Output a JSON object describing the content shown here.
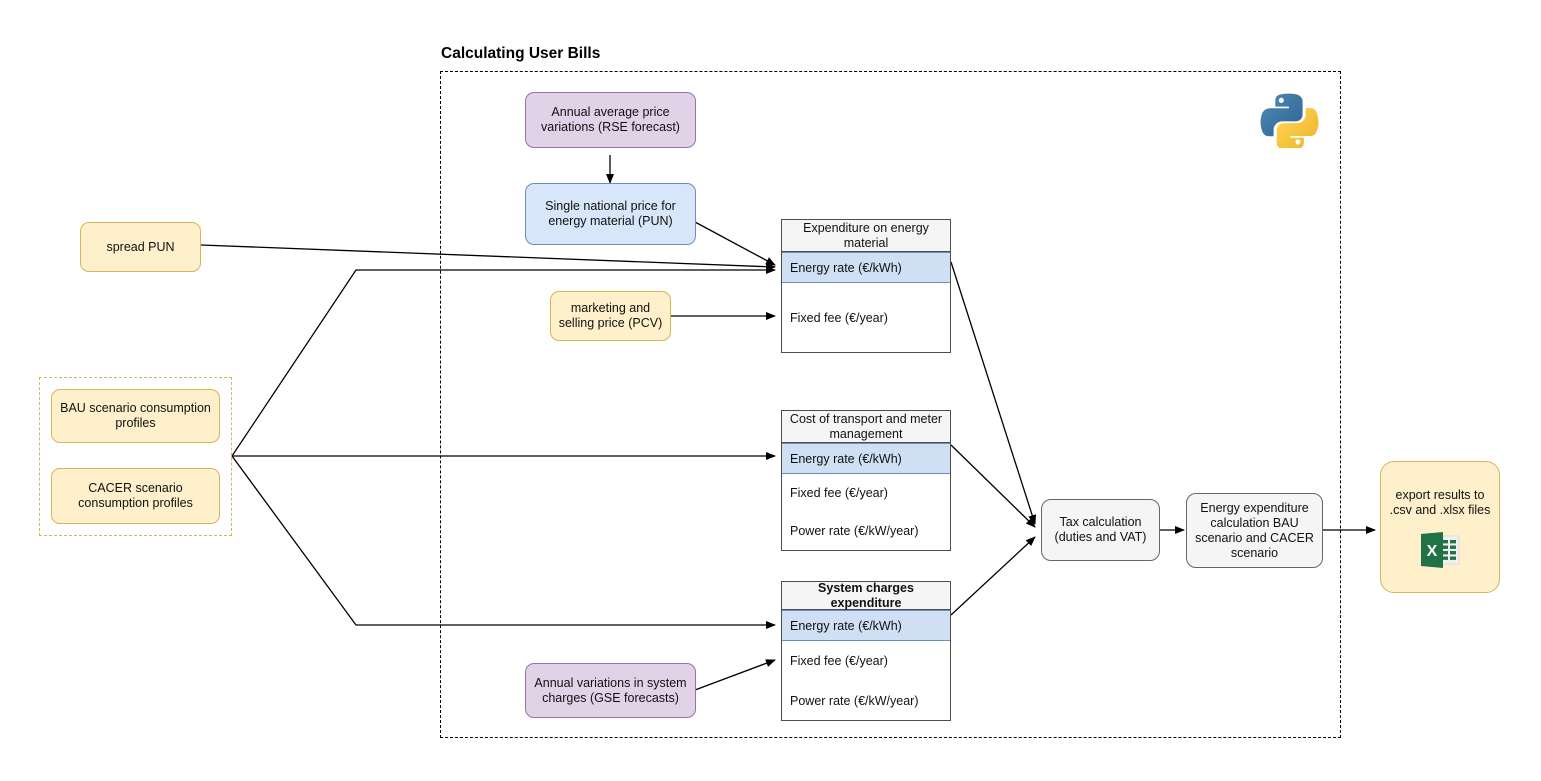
{
  "diagram": {
    "title": "Calculating User Bills"
  },
  "inputs": {
    "spread_pun": "spread PUN",
    "bau_profiles": "BAU scenario consumption profiles",
    "cacer_profiles": "CACER scenario consumption profiles",
    "pcv": "marketing and selling price (PCV)",
    "rse_forecast": "Annual average price variations (RSE forecast)",
    "gse_forecast": "Annual variations in system charges (GSE forecasts)"
  },
  "process": {
    "pun": "Single national price for energy material (PUN)",
    "tax": "Tax calculation\n(duties and VAT)",
    "tax_line1": "Tax calculation",
    "tax_line2": "(duties and VAT)",
    "energy_calc": "Energy expenditure calculation BAU scenario and CACER scenario",
    "export": "export results to .csv and .xlsx files"
  },
  "tables": [
    {
      "id": "expenditure-on-energy-material",
      "header": "Expenditure on energy material",
      "header_bold": false,
      "rows": [
        {
          "label": "Energy rate (€/kWh)",
          "highlight": true
        },
        {
          "label": "Fixed fee (€/year)",
          "highlight": false
        }
      ]
    },
    {
      "id": "cost-of-transport-and-meter-management",
      "header": "Cost of transport and meter management",
      "header_bold": false,
      "rows": [
        {
          "label": "Energy rate (€/kWh)",
          "highlight": true
        },
        {
          "label": "Fixed fee (€/year)",
          "highlight": false
        },
        {
          "label": "Power rate (€/kW/year)",
          "highlight": false
        }
      ]
    },
    {
      "id": "system-charges-expenditure",
      "header": "System charges expenditure",
      "header_bold": true,
      "rows": [
        {
          "label": "Energy rate (€/kWh)",
          "highlight": true
        },
        {
          "label": "Fixed fee (€/year)",
          "highlight": false
        },
        {
          "label": "Power rate (€/kW/year)",
          "highlight": false
        }
      ]
    }
  ],
  "icons": {
    "python": "python-logo",
    "excel": "excel-logo"
  },
  "colors": {
    "yellow_fill": "#fdf0ca",
    "yellow_stroke": "#d6b656",
    "purple_fill": "#e2d2e8",
    "purple_stroke": "#9673a6",
    "blue_fill": "#d7e6f8",
    "blue_stroke": "#6c8ebf",
    "grey_fill": "#f5f5f5",
    "grey_stroke": "#666666",
    "row_highlight": "#cfe0f5",
    "edge": "#000000",
    "excel_green": "#217346",
    "python_blue": "#376f9e",
    "python_yellow": "#f5c33b"
  }
}
